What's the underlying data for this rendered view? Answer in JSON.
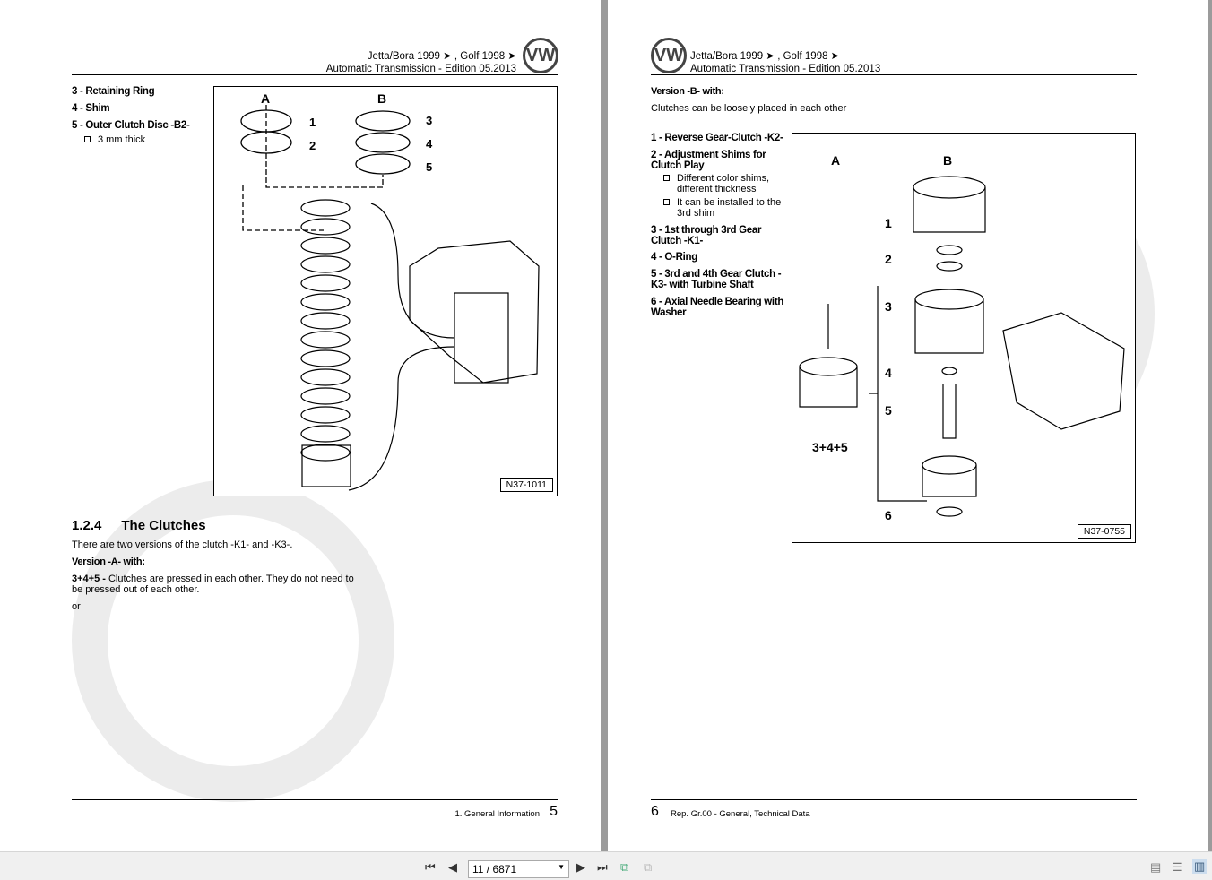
{
  "pages": [
    {
      "header_line1": "Jetta/Bora 1999 ➤ , Golf 1998 ➤",
      "header_line2": "Automatic Transmission - Edition 05.2013",
      "items": [
        "3 - Retaining Ring",
        "4 - Shim",
        "5 - Outer Clutch Disc -B2-"
      ],
      "subitems": [
        "3 mm thick"
      ],
      "figure": {
        "label": "N37-1011",
        "col_a": "A",
        "col_b": "B",
        "callouts": [
          "1",
          "2",
          "3",
          "4",
          "5"
        ]
      },
      "section_num": "1.2.4",
      "section_title": "The Clutches",
      "para1": "There are two versions of the clutch -K1- and -K3-.",
      "version_a": "Version -A- with:",
      "para2_bold": "3+4+5 -",
      "para2": " Clutches are pressed in each other. They do not need to be pressed out of each other.",
      "or": "or",
      "footer_text": "1. General Information",
      "page_number": "5"
    },
    {
      "header_line1": "Jetta/Bora 1999 ➤ , Golf 1998 ➤",
      "header_line2": "Automatic Transmission - Edition 05.2013",
      "version_b": "Version -B- with:",
      "intro": "Clutches can be loosely placed in each other",
      "items": [
        "1 - Reverse Gear-Clutch -K2-",
        "2 - Adjustment Shims for Clutch Play",
        "3 - 1st through 3rd Gear Clutch -K1-",
        "4 - O-Ring",
        "5 - 3rd and 4th Gear Clutch - K3- with Turbine Shaft",
        "6 - Axial Needle Bearing with Washer"
      ],
      "subitems": [
        "Different color shims, different thickness",
        "It can be installed to the 3rd shim"
      ],
      "figure": {
        "label": "N37-0755",
        "col_a": "A",
        "col_b": "B",
        "callouts": [
          "1",
          "2",
          "3",
          "4",
          "5",
          "6",
          "3+4+5"
        ]
      },
      "footer_text": "Rep. Gr.00 - General, Technical Data",
      "page_number": "6"
    }
  ],
  "toolbar": {
    "page_indicator": "11 / 6871"
  },
  "logo": "VW"
}
